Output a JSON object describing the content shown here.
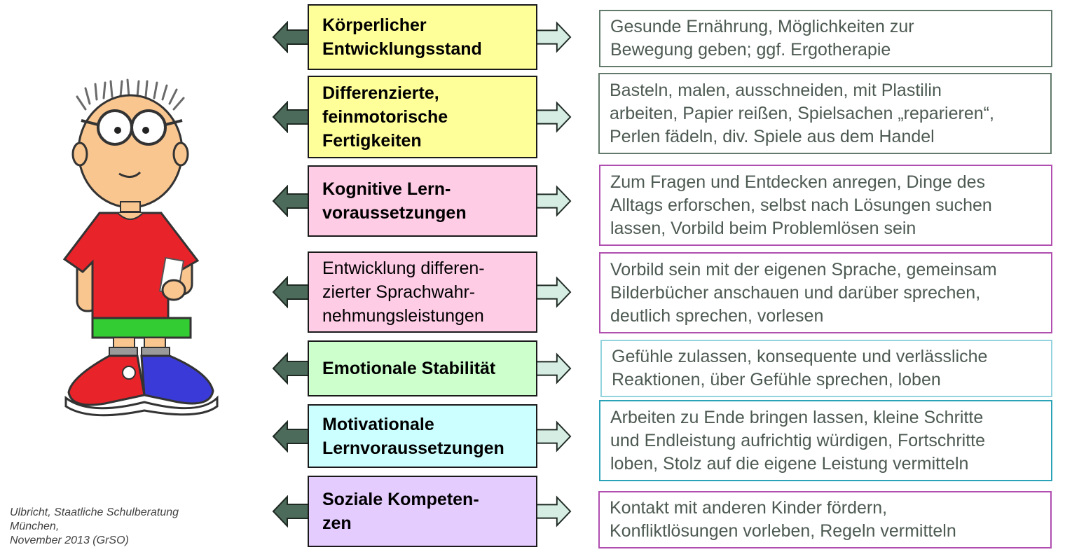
{
  "credit": {
    "lines": [
      "Ulbricht, Staatliche Schulberatung",
      "München,",
      "November 2013 (GrSO)"
    ]
  },
  "colors": {
    "yellow": "#ffff99",
    "pink": "#ffcce6",
    "green": "#ccffcc",
    "cyan": "#ccffff",
    "lavender": "#e5ccff",
    "border_gray": "#627a6b",
    "border_magenta": "#b04fb0",
    "border_lightblue": "#93d3dd",
    "border_teal": "#2aa3b8",
    "arrow_dark": "#4d6b5a",
    "arrow_light": "#d6ede3"
  },
  "rows": [
    {
      "category": "Körperlicher\nEntwicklungsstand",
      "bold": true,
      "fill": "#ffff99",
      "description": "Gesunde Ernährung, Möglichkeiten zur\nBewegung geben; ggf. Ergotherapie",
      "desc_border": "#627a6b"
    },
    {
      "category": "Differenzierte,\nfeinmotorische\nFertigkeiten",
      "bold": true,
      "fill": "#ffff99",
      "description": "Basteln, malen, ausschneiden, mit Plastilin\narbeiten, Papier reißen, Spielsachen „reparieren“,\nPerlen fädeln, div. Spiele aus dem Handel",
      "desc_border": "#627a6b"
    },
    {
      "category": "Kognitive Lern-\nvoraussetzungen",
      "bold": true,
      "fill": "#ffcce6",
      "description": "Zum Fragen und Entdecken anregen, Dinge des\nAlltags erforschen, selbst nach Lösungen suchen\nlassen, Vorbild beim Problemlösen sein",
      "desc_border": "#b04fb0"
    },
    {
      "category": "Entwicklung differen-\nzierter Sprachwahr-\nnehmungsleistungen",
      "bold": false,
      "fill": "#ffcce6",
      "description": "Vorbild sein mit der eigenen Sprache, gemeinsam\nBilderbücher anschauen und darüber sprechen,\ndeutlich sprechen, vorlesen",
      "desc_border": "#b04fb0"
    },
    {
      "category": "Emotionale Stabilität",
      "bold": true,
      "fill": "#ccffcc",
      "description": "Gefühle zulassen, konsequente und verlässliche\nReaktionen, über Gefühle sprechen, loben",
      "desc_border": "#93d3dd"
    },
    {
      "category": "Motivationale\nLernvoraussetzungen",
      "bold": true,
      "fill": "#ccffff",
      "description": "Arbeiten zu Ende bringen lassen, kleine Schritte\nund Endleistung aufrichtig würdigen, Fortschritte\nloben, Stolz auf die eigene Leistung vermitteln",
      "desc_border": "#2aa3b8"
    },
    {
      "category": "Soziale Kompeten-\nzen",
      "bold": true,
      "fill": "#e5ccff",
      "description": "Kontakt mit anderen Kinder fördern,\nKonfliktlösungen vorleben, Regeln vermitteln",
      "desc_border": "#b04fb0"
    }
  ],
  "illustration": {
    "icon": "cartoon-boy-icon"
  }
}
